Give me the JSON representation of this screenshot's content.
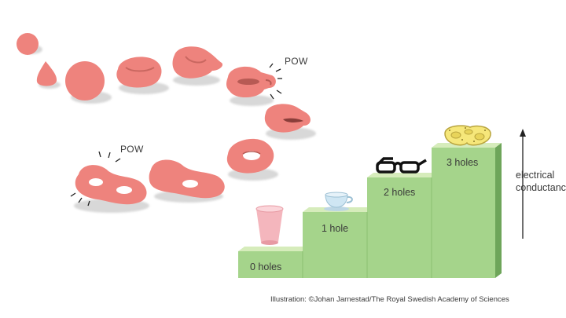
{
  "pow_labels": [
    "POW",
    "POW"
  ],
  "steps": [
    {
      "label": "0 holes",
      "object": "cup"
    },
    {
      "label": "1 hole",
      "object": "teacup"
    },
    {
      "label": "2 holes",
      "object": "glasses"
    },
    {
      "label": "3 holes",
      "object": "pretzel"
    }
  ],
  "axis": {
    "line1": "electrical",
    "line2": "conductanc"
  },
  "credit": "Illustration: ©Johan Jarnestad/The Royal Swedish Academy of Sciences",
  "colors": {
    "blob": "#ee837d",
    "blob_shadow": "#d5d5d5",
    "stair_top": "#d6ecbb",
    "stair_front": "#a5d48b",
    "stair_side": "#6ea55a",
    "cup": "#f4b6bd",
    "teacup": "#cfe6f3",
    "pretzel": "#f6e77a"
  }
}
